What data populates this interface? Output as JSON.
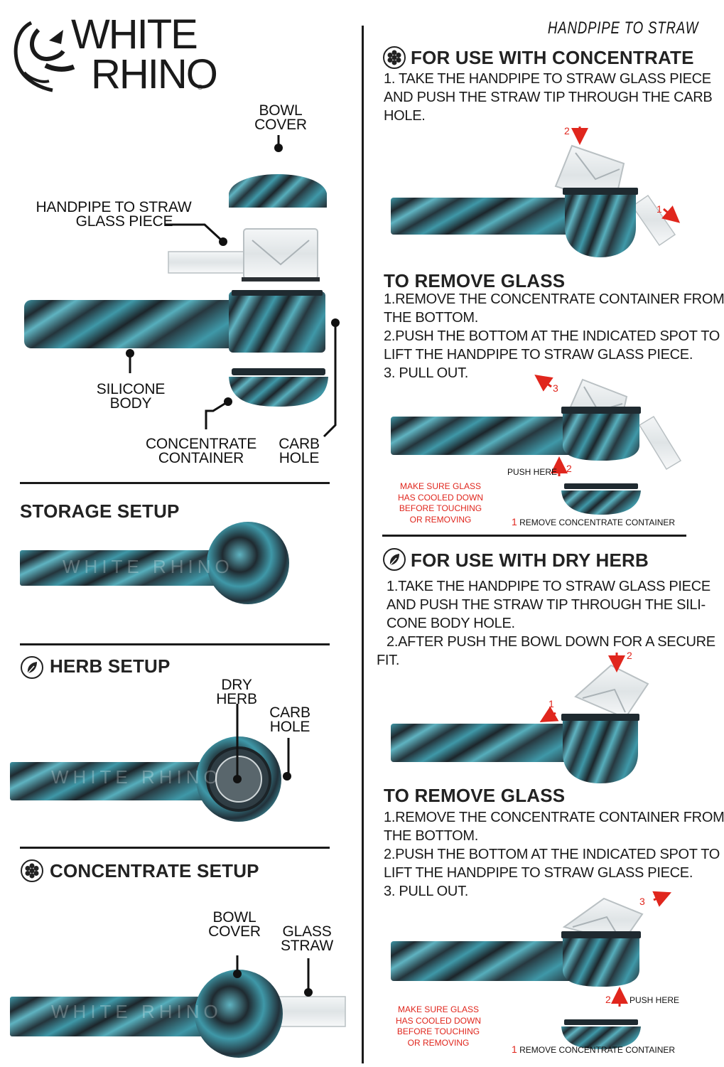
{
  "brand": {
    "line1": "WHITE",
    "line2": "RHINO",
    "reg": "®"
  },
  "page_title": "HANDPIPE TO STRAW",
  "diagram": {
    "bowl_cover": [
      "BOWL",
      "COVER"
    ],
    "glass_piece": [
      "HANDPIPE TO STRAW",
      "GLASS PIECE"
    ],
    "silicone_body": [
      "SILICONE",
      "BODY"
    ],
    "concentrate_container": [
      "CONCENTRATE",
      "CONTAINER"
    ],
    "carb_hole": [
      "CARB",
      "HOLE"
    ]
  },
  "storage": {
    "title": "STORAGE SETUP"
  },
  "herb_setup": {
    "title": "HERB SETUP",
    "dry_herb": [
      "DRY",
      "HERB"
    ],
    "carb_hole": [
      "CARB",
      "HOLE"
    ]
  },
  "concentrate_setup": {
    "title": "CONCENTRATE SETUP",
    "bowl_cover": [
      "BOWL",
      "COVER"
    ],
    "glass_straw": [
      "GLASS",
      "STRAW"
    ]
  },
  "pipe_mark": "WHITE RHINO",
  "concentrate_use": {
    "title": "FOR USE WITH CONCENTRATE",
    "lines": [
      "1. TAKE THE HANDPIPE TO STRAW GLASS PIECE",
      "AND PUSH THE STRAW TIP THROUGH THE CARB",
      "HOLE."
    ],
    "step_1": "1",
    "step_2": "2"
  },
  "remove_1": {
    "title": "TO REMOVE GLASS",
    "lines": [
      "1.REMOVE THE CONCENTRATE CONTAINER FROM",
      "THE BOTTOM.",
      "2.PUSH THE BOTTOM AT THE INDICATED SPOT TO",
      "LIFT THE HANDPIPE TO STRAW GLASS PIECE.",
      "3. PULL OUT."
    ],
    "step_3": "3",
    "push_here": "PUSH HERE",
    "push_num": "2",
    "warning": [
      "MAKE SURE GLASS",
      "HAS COOLED DOWN",
      "BEFORE TOUCHING",
      "OR REMOVING"
    ],
    "remove_num": "1",
    "remove_text": "REMOVE CONCENTRATE CONTAINER"
  },
  "herb_use": {
    "title": "FOR USE WITH DRY HERB",
    "lines": [
      "1.TAKE THE HANDPIPE TO STRAW GLASS PIECE",
      "AND PUSH THE STRAW TIP THROUGH THE SILI-",
      "CONE BODY HOLE.",
      "2.AFTER PUSH THE BOWL DOWN FOR A SECURE",
      "FIT."
    ],
    "step_1": "1",
    "step_2": "2"
  },
  "remove_2": {
    "title": "TO REMOVE GLASS",
    "lines": [
      "1.REMOVE THE CONCENTRATE CONTAINER FROM",
      "THE BOTTOM.",
      "2.PUSH THE BOTTOM AT THE INDICATED SPOT TO",
      "LIFT THE HANDPIPE TO STRAW GLASS PIECE.",
      "3. PULL OUT."
    ],
    "step_3": "3",
    "push_here": "PUSH HERE",
    "push_num": "2",
    "warning": [
      "MAKE SURE GLASS",
      "HAS COOLED DOWN",
      "BEFORE TOUCHING",
      "OR REMOVING"
    ],
    "remove_num": "1",
    "remove_text": "REMOVE CONCENTRATE CONTAINER"
  },
  "colors": {
    "teal": "#3f98a8",
    "dark": "#1f2a30",
    "accent_red": "#e0261d",
    "rule": "#1a1a1a"
  }
}
